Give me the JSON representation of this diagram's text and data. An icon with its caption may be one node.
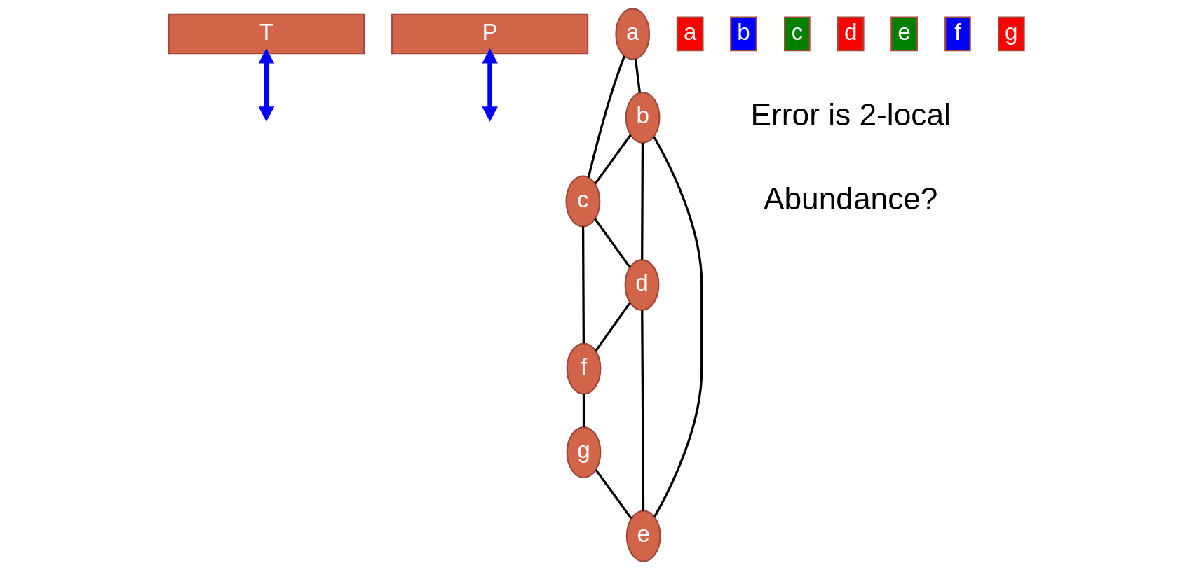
{
  "diagram": {
    "nodes": [
      {
        "text": [
          "T"
        ]
      },
      {
        "text": [
          "P"
        ]
      },
      {
        "text": [
          "a"
        ]
      },
      {
        "text": [
          "b"
        ]
      },
      {
        "text": [
          "c"
        ]
      },
      {
        "text": [
          "d"
        ]
      },
      {
        "text": [
          "e"
        ]
      },
      {
        "text": [
          "f"
        ]
      },
      {
        "text": [
          "g"
        ]
      },
      {
        "text": [
          "a"
        ]
      },
      {
        "text": [
          "b"
        ]
      },
      {
        "text": [
          "c"
        ]
      },
      {
        "text": [
          "d"
        ]
      },
      {
        "text": [
          "e"
        ]
      },
      {
        "text": [
          "f"
        ]
      },
      {
        "text": [
          "g"
        ]
      }
    ],
    "edges": [
      {
        "from": 0,
        "to": null,
        "arrow": "both",
        "style": "thick",
        "color": "#0000ff"
      },
      {
        "from": 1,
        "to": null,
        "arrow": "both",
        "style": "thick",
        "color": "#0000ff"
      },
      {
        "from": 2,
        "to": 3,
        "arrow": "none"
      },
      {
        "from": 2,
        "to": 4,
        "arrow": "none"
      },
      {
        "from": 3,
        "to": 4,
        "arrow": "none"
      },
      {
        "from": 3,
        "to": 5,
        "arrow": "none"
      },
      {
        "from": 3,
        "to": 6,
        "arrow": "none"
      },
      {
        "from": 4,
        "to": 5,
        "arrow": "none"
      },
      {
        "from": 5,
        "to": 6,
        "arrow": "none"
      },
      {
        "from": 4,
        "to": 7,
        "arrow": "none"
      },
      {
        "from": 5,
        "to": 7,
        "arrow": "none"
      },
      {
        "from": 7,
        "to": 8,
        "arrow": "none"
      },
      {
        "from": 8,
        "to": 6,
        "arrow": "none"
      }
    ],
    "labels": [
      "Error is 2-local",
      "Abundance?"
    ]
  }
}
